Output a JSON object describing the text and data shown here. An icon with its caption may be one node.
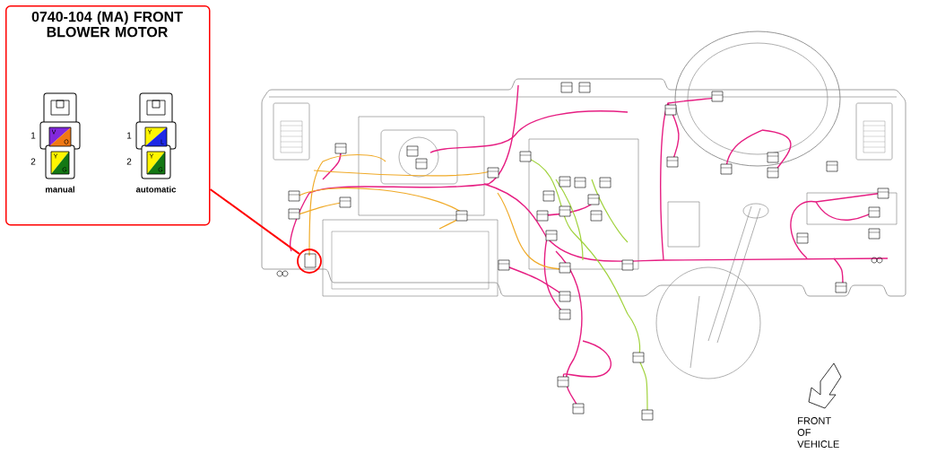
{
  "diagram": {
    "nodes": [
      {
        "text": [
          "0740-104 (MA) FRONT BLOWER MOTOR"
        ]
      },
      {
        "text": [],
        "shape": "circle"
      }
    ],
    "edges": [
      {
        "from": 0,
        "to": 1,
        "arrow": "none"
      }
    ],
    "labels": [
      "1",
      "V",
      "O",
      "2",
      "Y",
      "G",
      "manual",
      "1",
      "Y",
      "L",
      "2",
      "Y",
      "G",
      "automatic",
      "FRONT OF VEHICLE"
    ]
  }
}
